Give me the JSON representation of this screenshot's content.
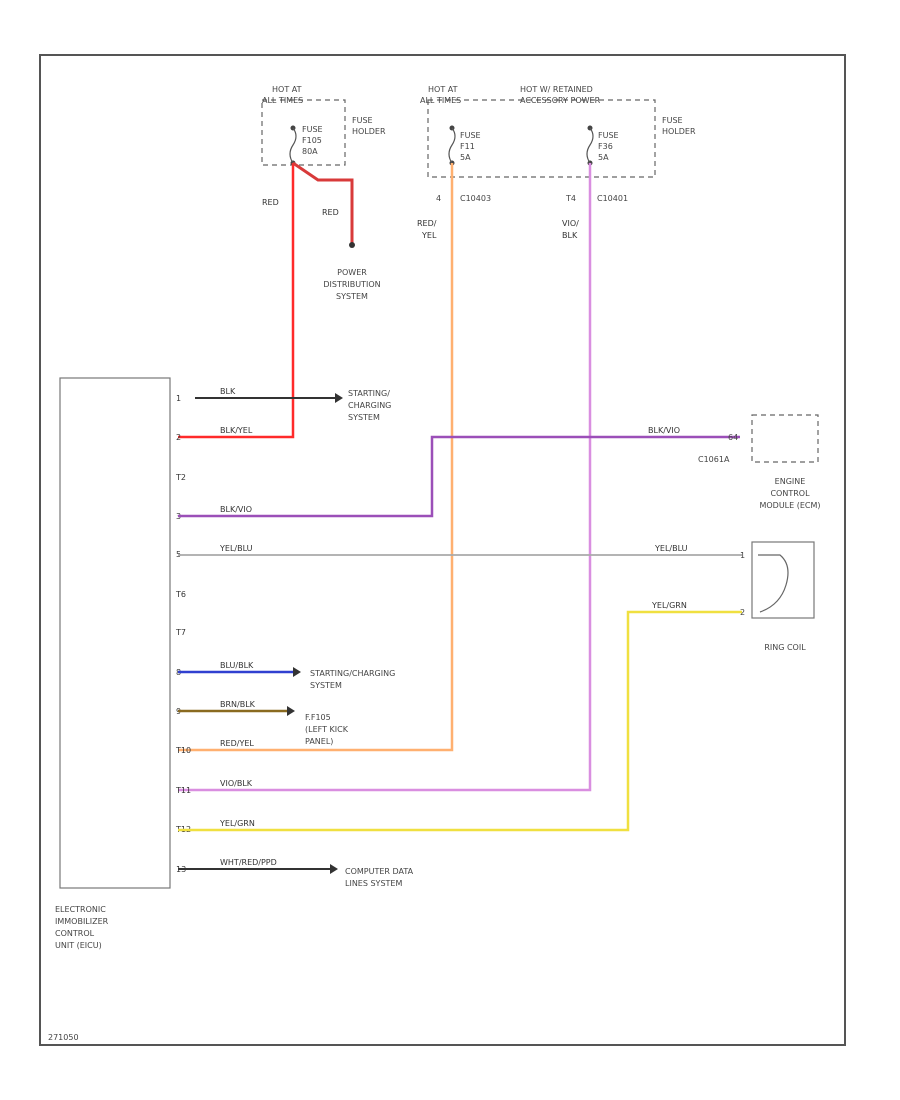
{
  "fuses": {
    "left": {
      "hot_line1": "HOT AT",
      "hot_line2": "ALL TIMES",
      "fuse_line1": "FUSE",
      "fuse_line2": "F105",
      "fuse_line3": "80A",
      "holder_line1": "FUSE",
      "holder_line2": "HOLDER",
      "wire_left": "RED",
      "wire_right": "RED"
    },
    "middle": {
      "hot_line1": "HOT AT",
      "hot_line2": "ALL TIMES",
      "fuse_line1": "FUSE",
      "fuse_line2": "F11",
      "fuse_line3": "5A",
      "pin": "4",
      "connector": "C10403",
      "wire_line1": "RED/",
      "wire_line2": "YEL"
    },
    "right": {
      "hot_line1": "HOT W/ RETAINED",
      "hot_line2": "ACCESSORY POWER",
      "fuse_line1": "FUSE",
      "fuse_line2": "F36",
      "fuse_line3": "5A",
      "holder_line1": "FUSE",
      "holder_line2": "HOLDER",
      "pin": "T4",
      "connector": "C10401",
      "wire_line1": "VIO/",
      "wire_line2": "BLK"
    }
  },
  "power_distribution": {
    "line1": "POWER",
    "line2": "DISTRIBUTION",
    "line3": "SYSTEM"
  },
  "eicu": {
    "line1": "ELECTRONIC",
    "line2": "IMMOBILIZER",
    "line3": "CONTROL",
    "line4": "UNIT (EICU)"
  },
  "pins": [
    {
      "pin": "1",
      "wire": "BLK"
    },
    {
      "pin": "2",
      "wire": "BLK/YEL"
    },
    {
      "pin": "T2",
      "wire": ""
    },
    {
      "pin": "3",
      "wire": "BLK/VIO"
    },
    {
      "pin": "5",
      "wire": "YEL/BLU"
    },
    {
      "pin": "T6",
      "wire": ""
    },
    {
      "pin": "T7",
      "wire": ""
    },
    {
      "pin": "8",
      "wire": "BLU/BLK"
    },
    {
      "pin": "9",
      "wire": "BRN/BLK"
    },
    {
      "pin": "T10",
      "wire": "RED/YEL"
    },
    {
      "pin": "T11",
      "wire": "VIO/BLK"
    },
    {
      "pin": "T12",
      "wire": "YEL/GRN"
    },
    {
      "pin": "13",
      "wire": "WHT/RED/PPD"
    }
  ],
  "destinations": {
    "starting1_line1": "STARTING/",
    "starting1_line2": "CHARGING",
    "starting1_line3": "SYSTEM",
    "starting2_line1": "STARTING/CHARGING",
    "starting2_line2": "SYSTEM",
    "fuse_panel_line1": "F.F105",
    "fuse_panel_line2": "(LEFT KICK",
    "fuse_panel_line3": "PANEL)",
    "computer_line1": "COMPUTER DATA",
    "computer_line2": "LINES SYSTEM"
  },
  "ecm": {
    "wire": "BLK/VIO",
    "pin": "64",
    "connector": "C1061A",
    "line1": "ENGINE",
    "line2": "CONTROL",
    "line3": "MODULE (ECM)"
  },
  "ring_coil": {
    "wire_top": "YEL/BLU",
    "wire_bottom": "YEL/GRN",
    "pin_top": "1",
    "pin_bottom": "2",
    "label": "RING COIL"
  },
  "diagram_id": "271050",
  "colors": {
    "red": "#ff2a2a",
    "black": "#333333",
    "violet": "#9b4fb8",
    "gray": "#999999",
    "orange": "#ffb070",
    "light_violet": "#d98ee0",
    "yellow": "#f0e040",
    "blue": "#3040d0",
    "brown": "#8a6a20"
  }
}
